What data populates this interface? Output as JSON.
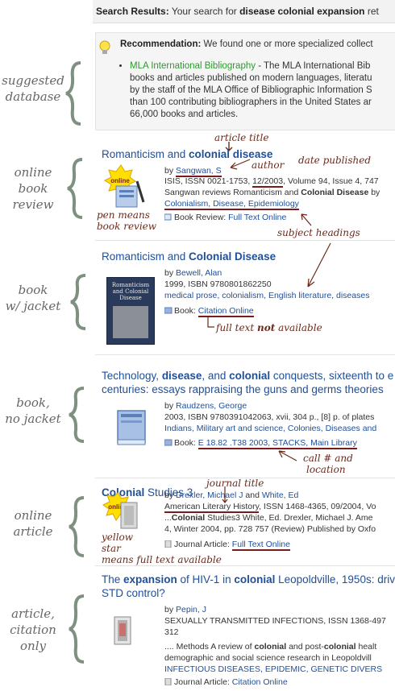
{
  "search_bar": {
    "label": "Search Results:",
    "text": " Your search for ",
    "query": "disease colonial expansion",
    "rest": " ret"
  },
  "recommendation": {
    "label": "Recommendation:",
    "text": " We found one or more specialized collect",
    "db_link": "MLA International Bibliography",
    "lines": [
      " - The MLA International Bib",
      "books and articles published on modern languages, literatu",
      "by the staff of the MLA Office of Bibliographic Information S",
      "than 100 contributing bibliographers in the United States ar",
      "66,000 books and articles."
    ]
  },
  "side_labels": {
    "suggested_database": [
      "suggested",
      "database"
    ],
    "online_book_review": [
      "online",
      "book",
      "review"
    ],
    "book_jacket": [
      "book",
      "w/ jacket"
    ],
    "book_no_jacket": [
      "book,",
      "no jacket"
    ],
    "online_article": [
      "online",
      "article"
    ],
    "article_citation": [
      "article,",
      "citation",
      "only"
    ]
  },
  "annotations": {
    "article_title": "article title",
    "author": "author",
    "date_published": "date published",
    "pen_means": "pen means",
    "book_review": "book review",
    "subject_headings": "subject headings",
    "full_text": "full text",
    "not": "not",
    "available": "available",
    "call": "call # and",
    "location": "location",
    "journal_title": "journal title",
    "yellow": "yellow",
    "star": "star",
    "means_full_text": "means full text available"
  },
  "results": [
    {
      "title_a": "Romanticism and ",
      "title_b": "colonial disease",
      "by": "by ",
      "author": "Sangwan, S",
      "line2a": "ISIS, ISSN 0021-1753, ",
      "date": "12/2003",
      "line2b": ", Volume 94, Issue 4, 747",
      "line3a": "Sangwan reviews Romanticism and ",
      "line3b": "Colonial Disease",
      "line3c": " by",
      "subjects": "Colonialism, Disease, Epidemiology",
      "type": "Book Review: ",
      "type_link": "Full Text Online",
      "badge": "online"
    },
    {
      "title_a": "Romanticism and ",
      "title_b": "Colonial Disease",
      "by": "by ",
      "author": "Bewell, Alan",
      "line2": "1999, ISBN 9780801862250",
      "subjects": "medical prose, colonialism, English literature, diseases",
      "type": "Book: ",
      "type_link": "Citation Online",
      "jacket_title": "Romanticism and Colonial Disease"
    },
    {
      "title_l1a": "Technology, ",
      "title_l1b": "disease",
      "title_l1c": ", and ",
      "title_l1d": "colonial",
      "title_l1e": " conquests, sixteenth to e",
      "title_l2": "centuries: essays rappraising the guns and germs theories",
      "by": "by ",
      "author": "Raudzens, George",
      "line2": "2003, ISBN 9780391042063, xvii, 304 p., [8] p. of plates",
      "subjects": "Indians, Military art and science, Colonies, Diseases and",
      "type": "Book: ",
      "type_link": "E 18.82 .T38 2003, STACKS, Main Library"
    },
    {
      "title_a": "Colonial",
      "title_b": " Studies 3",
      "by": "by ",
      "author": "Drexler, Michael J",
      "and": " and ",
      "author2": "White, Ed",
      "journal": "American Literary History",
      "line2b": ", ISSN 1468-4365, 09/2004, Vo",
      "line3a": "...",
      "line3b": "Colonial",
      "line3c": " Studies3 White, Ed. Drexler, Michael J. Ame",
      "line4": "4, Winter 2004, pp. 728 757 (Review) Published by Oxfo",
      "type": "Journal Article: ",
      "type_link": "Full Text Online",
      "badge": "online"
    },
    {
      "title_l1a": "The ",
      "title_l1b": "expansion",
      "title_l1c": " of HIV-1 in ",
      "title_l1d": "colonial",
      "title_l1e": " Leopoldville, 1950s: driv",
      "title_l2": "STD control?",
      "by": "by ",
      "author": "Pepin, J",
      "line2": "SEXUALLY TRANSMITTED INFECTIONS, ISSN 1368-497",
      "line3": "312",
      "line4a": ".... Methods A review of ",
      "line4b": "colonial",
      "line4c": " and post-",
      "line4d": "colonial",
      "line4e": " healt",
      "line5": "demographic and social science research in Leopoldvill",
      "subjects": "INFECTIOUS DISEASES, EPIDEMIC, GENETIC DIVERS",
      "type": "Journal Article: ",
      "type_link": "Citation Online"
    }
  ],
  "colors": {
    "link": "#1f4f9a",
    "green": "#2a9c2a",
    "annotation": "#6b2a1c",
    "brace": "#7e9080"
  }
}
